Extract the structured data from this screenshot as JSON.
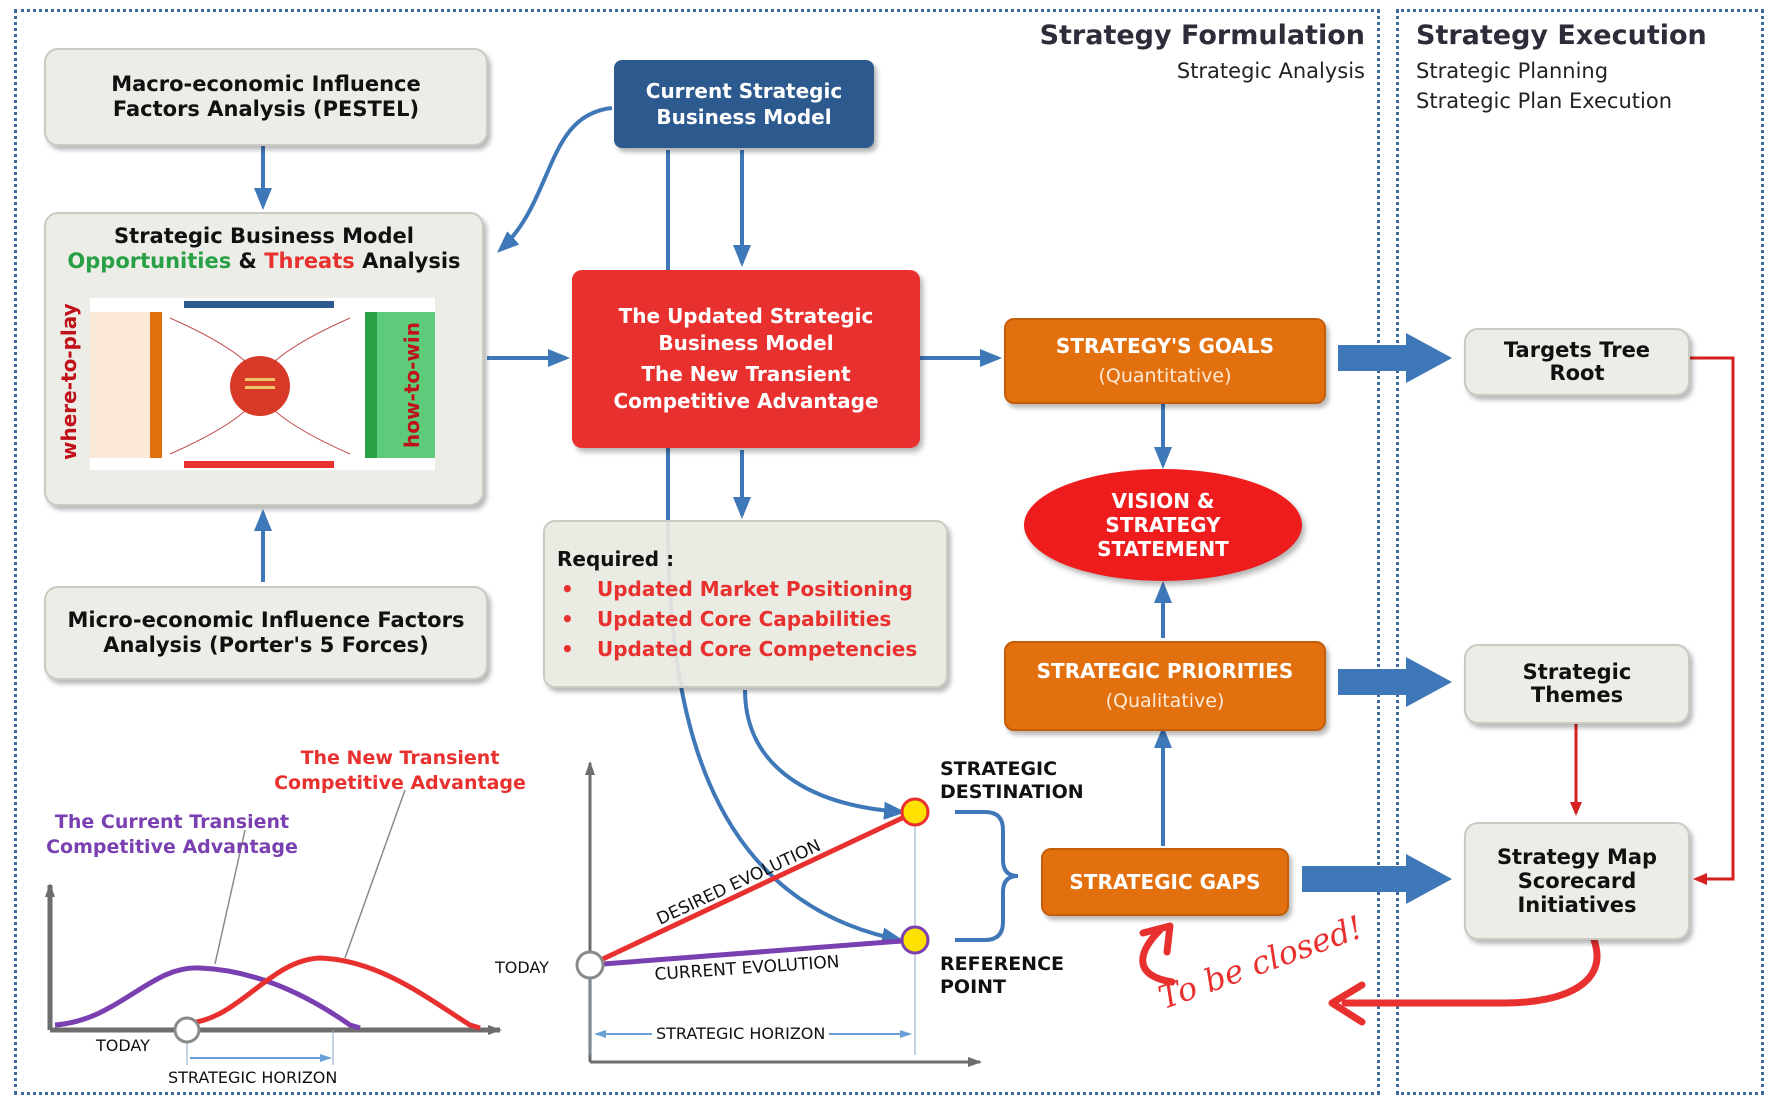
{
  "headers": {
    "formulation_title": "Strategy Formulation",
    "formulation_sub": "Strategic Analysis",
    "execution_title": "Strategy Execution",
    "execution_sub1": "Strategic Planning",
    "execution_sub2": "Strategic Plan Execution"
  },
  "boxes": {
    "pestel": [
      "Macro-economic Influence",
      "Factors Analysis (PESTEL)"
    ],
    "current_model": [
      "Current Strategic",
      "Business Model"
    ],
    "sbm_title": "Strategic Business Model",
    "sbm_opportunities": "Opportunities",
    "sbm_and": " & ",
    "sbm_threats": "Threats",
    "sbm_analysis": " Analysis",
    "where_to_play": "where-to-play",
    "how_to_win": "how-to-win",
    "porter": [
      "Micro-economic Influence Factors",
      "Analysis (Porter's 5 Forces)"
    ],
    "updated_model": [
      "The Updated Strategic",
      "Business Model",
      "The New Transient",
      "Competitive Advantage"
    ],
    "required_title": "Required :",
    "required_items": [
      "Updated Market Positioning",
      "Updated Core Capabilities",
      "Updated Core Competencies"
    ],
    "goals": "STRATEGY'S GOALS",
    "goals_sub": "(Quantitative)",
    "vision": [
      "VISION &",
      "STRATEGY",
      "STATEMENT"
    ],
    "priorities": "STRATEGIC PRIORITIES",
    "priorities_sub": "(Qualitative)",
    "gaps": "STRATEGIC GAPS",
    "targets": [
      "Targets Tree",
      "Root"
    ],
    "themes": [
      "Strategic",
      "Themes"
    ],
    "map": [
      "Strategy Map",
      "Scorecard",
      "Initiatives"
    ]
  },
  "left_chart": {
    "new_adv": [
      "The New Transient",
      "Competitive Advantage"
    ],
    "current_adv": [
      "The Current Transient",
      "Competitive Advantage"
    ],
    "today": "TODAY",
    "horizon": "STRATEGIC HORIZON"
  },
  "middle_chart": {
    "destination": [
      "STRATEGIC",
      "DESTINATION"
    ],
    "reference": [
      "REFERENCE",
      "POINT"
    ],
    "today": "TODAY",
    "desired": "DESIRED EVOLUTION",
    "current": "CURRENT EVOLUTION",
    "horizon": "STRATEGIC HORIZON"
  },
  "to_be_closed": "To be closed!",
  "colors": {
    "red": "#e8312f",
    "orange": "#e2700e",
    "navy": "#2d5a8e",
    "purple": "#7a3fb0",
    "green": "#27a046",
    "arrow_blue": "#3f78b8"
  }
}
